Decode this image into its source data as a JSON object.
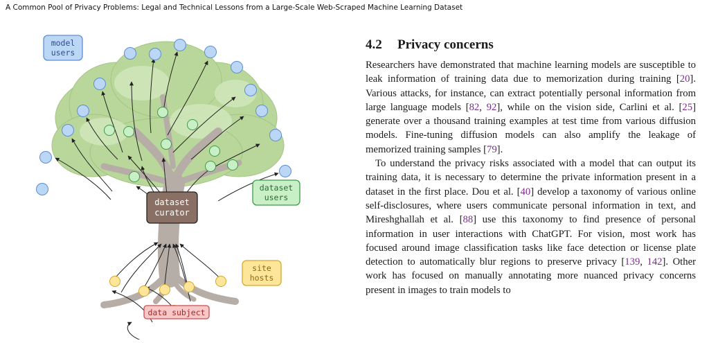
{
  "running_head": "A Common Pool of Privacy Problems: Legal and Technical Lessons from a Large-Scale Web-Scraped Machine Learning Dataset",
  "figure": {
    "labels": {
      "model_users": [
        "model",
        "users"
      ],
      "dataset_users": [
        "dataset",
        "users"
      ],
      "dataset_curator": [
        "dataset",
        "curator"
      ],
      "site_hosts": [
        "site",
        "hosts"
      ],
      "data_subject": "data subject"
    },
    "colors": {
      "model_node": "#bcd6f5",
      "dataset_node": "#c9efc7",
      "site_node": "#fde59a",
      "curator": "#8a6f64",
      "data_subject_box": "#f8c8c8",
      "foliage": "#b9d79a",
      "trunk": "#b7ada7"
    }
  },
  "section": {
    "number": "4.2",
    "title": "Privacy concerns",
    "paragraphs": [
      [
        {
          "t": "Researchers have demonstrated that machine learning models are susceptible to leak information of training data due to memorization during training ["
        },
        {
          "t": "20",
          "c": 1
        },
        {
          "t": "]. Various attacks, for instance, can extract potentially personal information from large language models ["
        },
        {
          "t": "82",
          "c": 1
        },
        {
          "t": ", "
        },
        {
          "t": "92",
          "c": 1
        },
        {
          "t": "], while on the vision side, Carlini et al. ["
        },
        {
          "t": "25",
          "c": 1
        },
        {
          "t": "] generate over a thousand training examples at test time from various diffusion models. Fine-tuning diffusion models can also amplify the leakage of memorized training samples ["
        },
        {
          "t": "79",
          "c": 1
        },
        {
          "t": "]."
        }
      ],
      [
        {
          "t": "To understand the privacy risks associated with a model that can output its training data, it is necessary to determine the private information present in a dataset in the first place. Dou et al. ["
        },
        {
          "t": "40",
          "c": 1
        },
        {
          "t": "] develop a taxonomy of various online self-disclosures, where users communicate personal information in text, and Mireshghallah et al. ["
        },
        {
          "t": "88",
          "c": 1
        },
        {
          "t": "] use this taxonomy to find presence of personal information in user interactions with ChatGPT. For vision, most work has focused around image classification tasks like face detection or license plate detection to automatically blur regions to preserve privacy ["
        },
        {
          "t": "139",
          "c": 1
        },
        {
          "t": ", "
        },
        {
          "t": "142",
          "c": 1
        },
        {
          "t": "]. Other work has focused on manually annotating more nuanced privacy concerns present in images to train models to"
        }
      ]
    ]
  }
}
